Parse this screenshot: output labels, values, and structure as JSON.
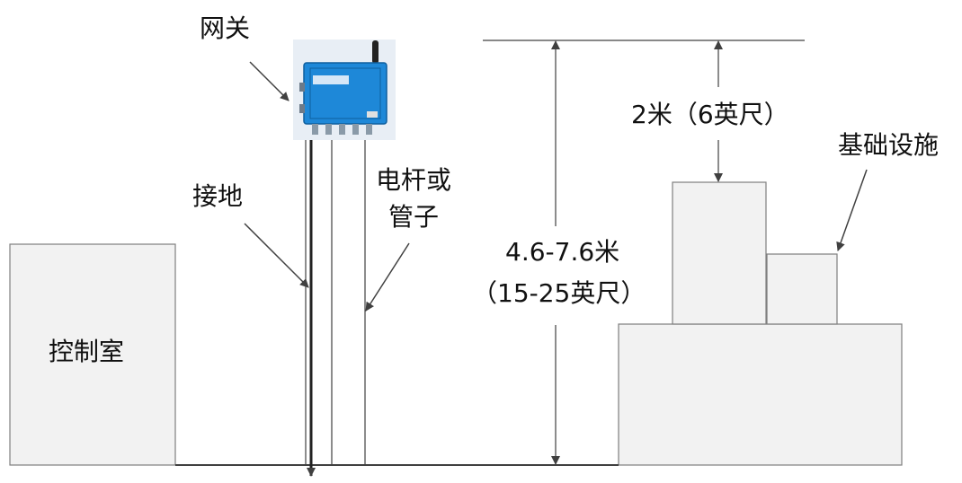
{
  "labels": {
    "gateway": "网关",
    "grounding": "接地",
    "pole_line1": "电杆或",
    "pole_line2": "管子",
    "control_room": "控制室",
    "infrastructure": "基础设施",
    "clearance": "2米（6英尺）",
    "height_line1": "4.6-7.6米",
    "height_line2": "（15-25英尺）"
  },
  "colors": {
    "line": "#404040",
    "box_fill": "#f2f2f2",
    "box_stroke": "#7f7f7f",
    "gateway_body": "#1e88d8",
    "gateway_dark": "#0f5f9e",
    "antenna": "#222222",
    "gateway_bg": "#e8eef5"
  }
}
